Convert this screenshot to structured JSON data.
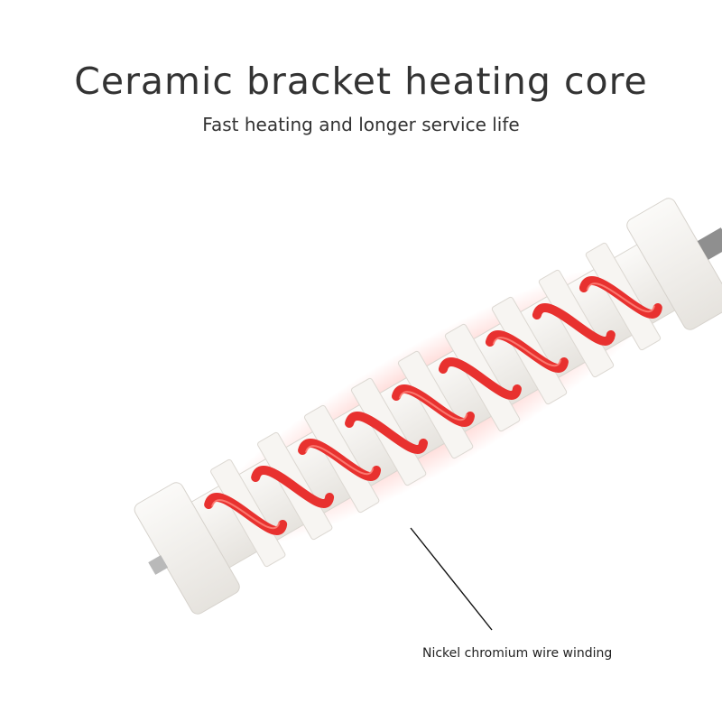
{
  "header": {
    "title": "Ceramic bracket heating core",
    "subtitle": "Fast heating and longer service life"
  },
  "annotation": {
    "label": "Nickel chromium wire winding"
  },
  "colors": {
    "text": "#333333",
    "coil": "#e8312f",
    "ceramic": "#f3f1ee"
  }
}
